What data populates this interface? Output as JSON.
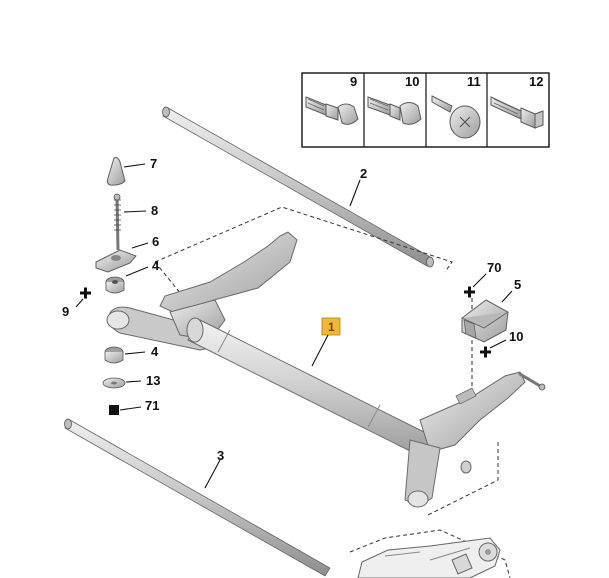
{
  "callouts": {
    "c1": "1",
    "c2": "2",
    "c3": "3",
    "c4a": "4",
    "c4b": "4",
    "c5": "5",
    "c6": "6",
    "c7": "7",
    "c8": "8",
    "c9": "9",
    "c10": "10",
    "c13": "13",
    "c70": "70",
    "c71": "71"
  },
  "inset": {
    "i9": "9",
    "i10": "10",
    "i11": "11",
    "i12": "12"
  },
  "colors": {
    "key_badge": "#f2b735",
    "part_fill": "#d9d9d9",
    "part_shade": "#a8a8a8",
    "line": "#111111"
  }
}
